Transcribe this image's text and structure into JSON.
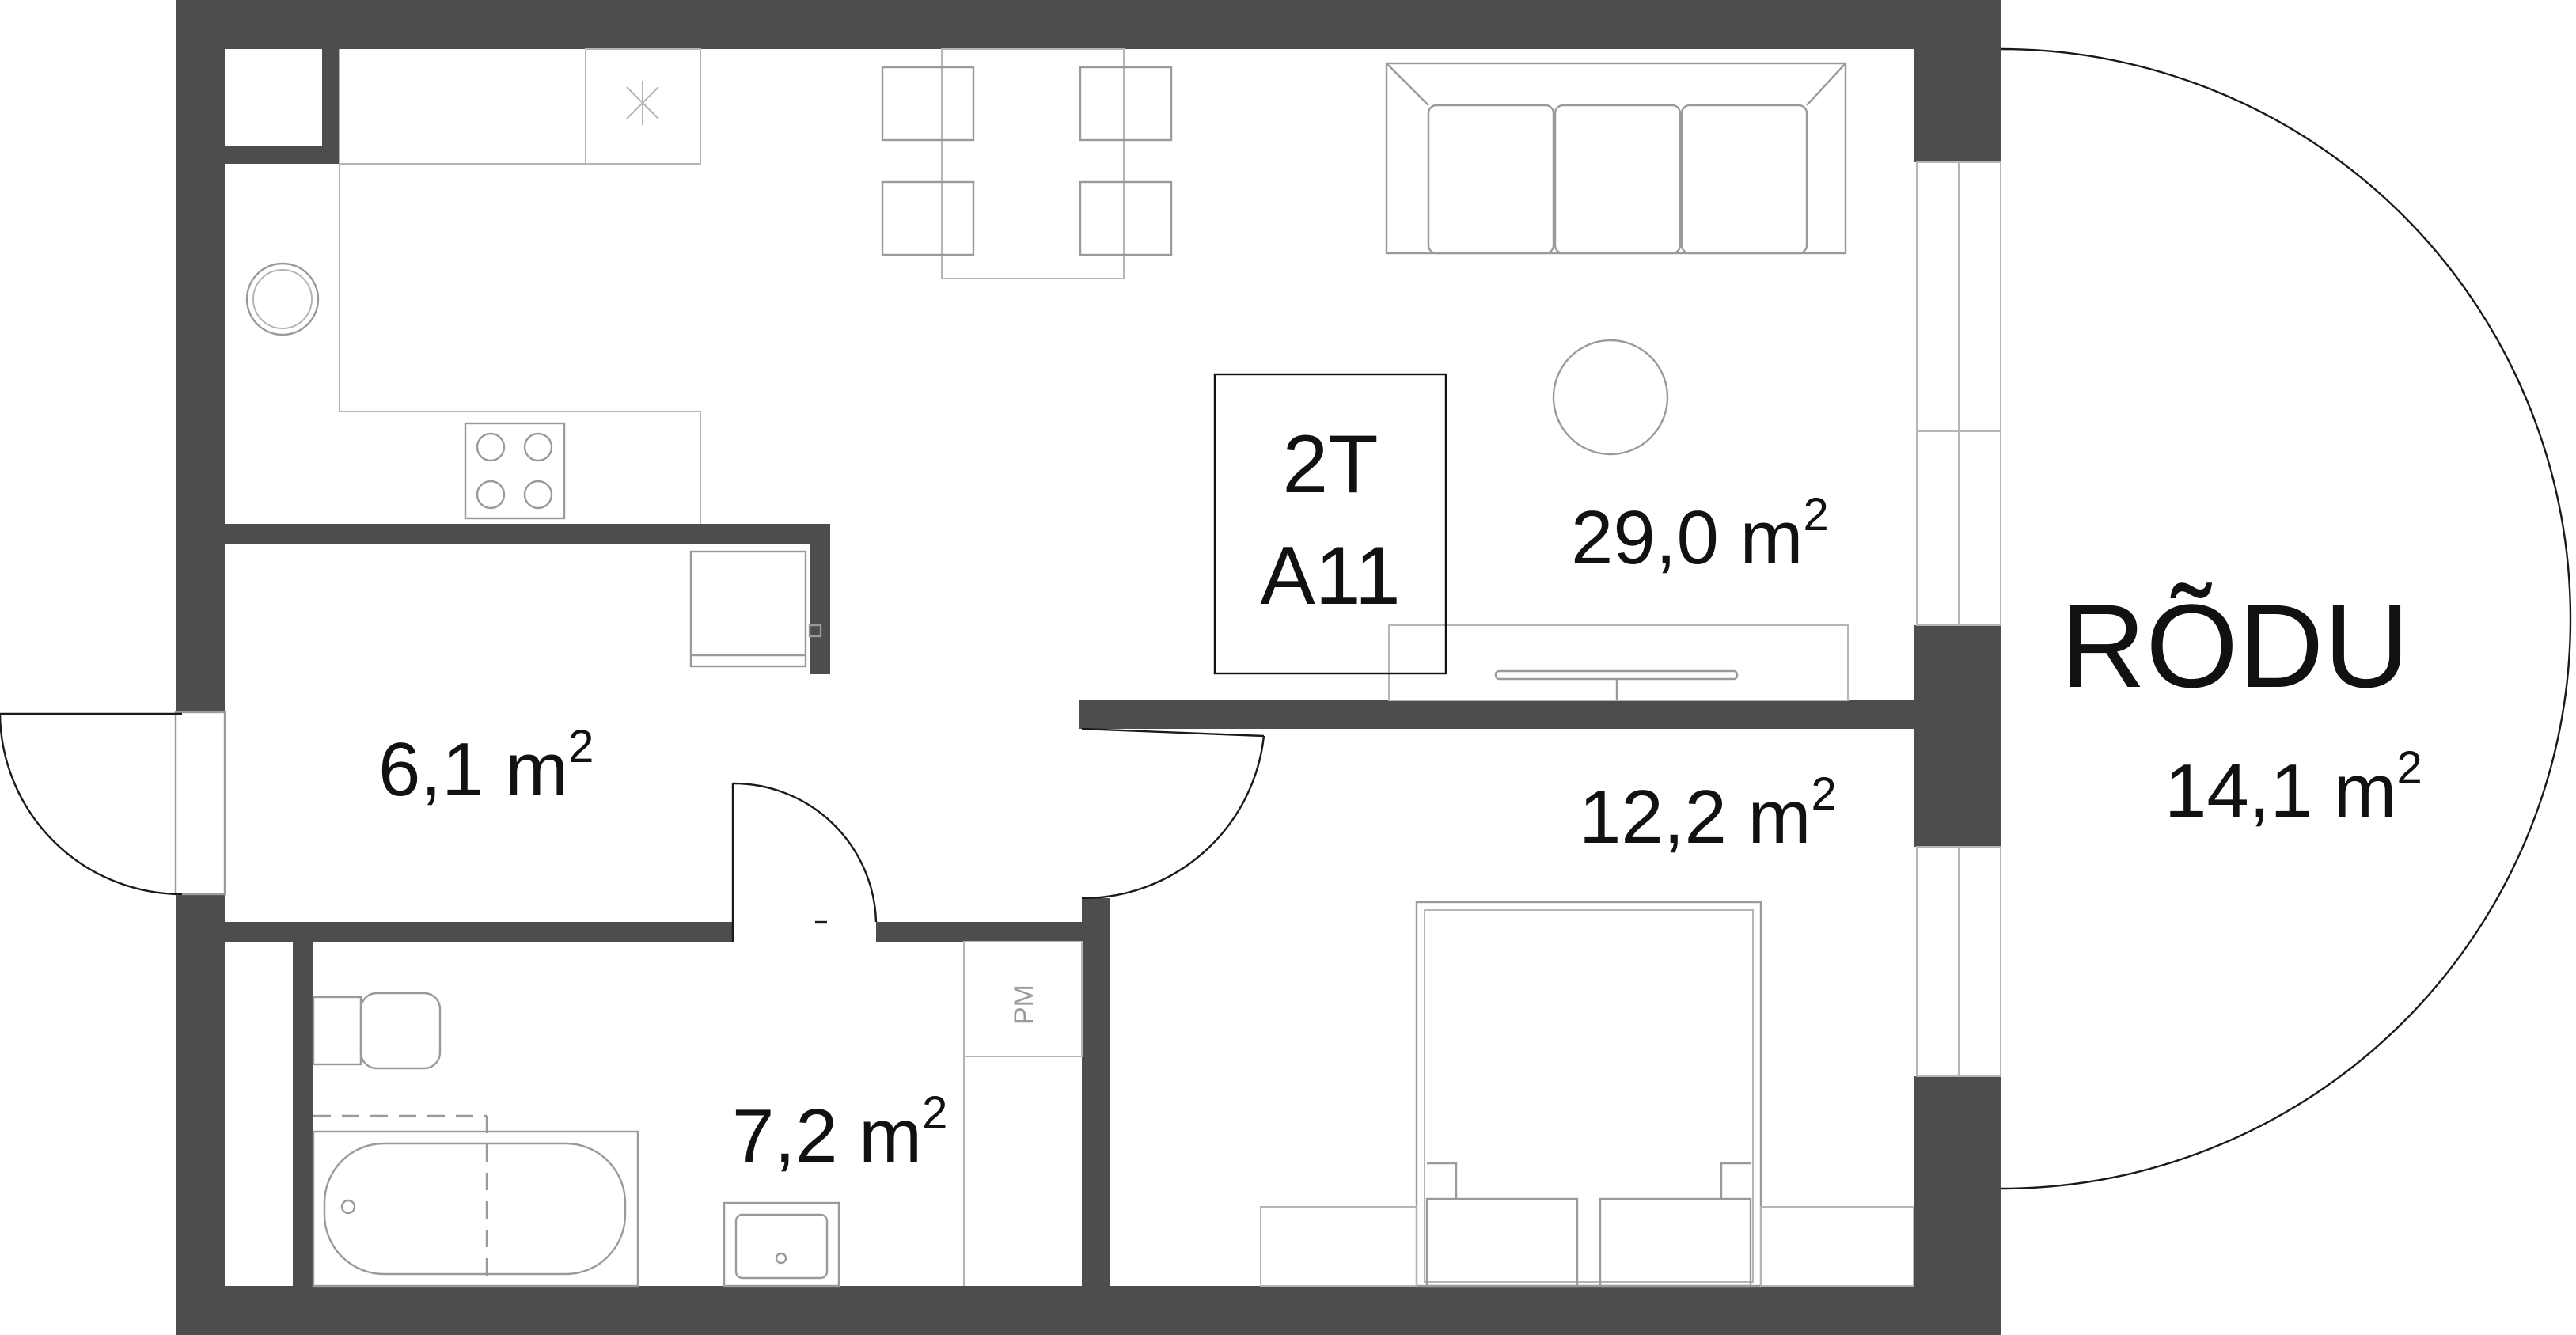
{
  "plan": {
    "apartment": {
      "type": "2T",
      "number": "A11"
    },
    "rooms": {
      "living_kitchen": {
        "area": "29,0 m",
        "unit_exp": "2"
      },
      "hall": {
        "area": "6,1 m",
        "unit_exp": "2"
      },
      "bathroom": {
        "area": "7,2 m",
        "unit_exp": "2"
      },
      "bedroom": {
        "area": "12,2 m",
        "unit_exp": "2"
      },
      "balcony": {
        "name": "RÕDU",
        "area": "14,1 m",
        "unit_exp": "2"
      }
    },
    "fixtures": {
      "technical_shaft": "PM"
    },
    "colors": {
      "wall": "#4d4d4d",
      "furniture": "#9a9a9a",
      "text": "#111111"
    }
  }
}
